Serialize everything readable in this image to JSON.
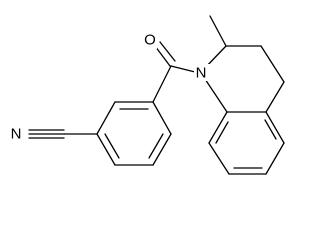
{
  "diagram": {
    "type": "chemical-structure",
    "atom_labels": {
      "carbonyl_oxygen": "O",
      "ring_nitrogen": "N",
      "nitrile_nitrogen": "N"
    }
  },
  "colors": {
    "bond": "#000000",
    "background": "#ffffff"
  }
}
